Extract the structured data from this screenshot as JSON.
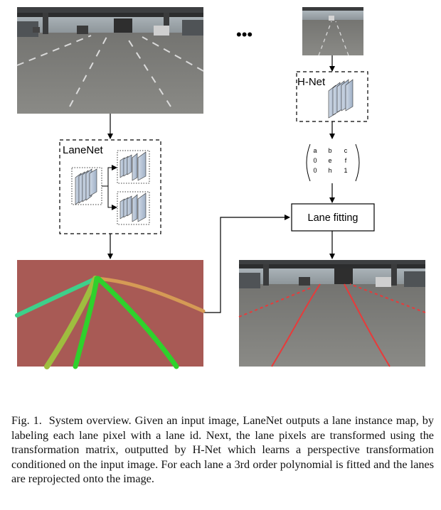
{
  "diagram": {
    "lanenet_label": "LaneNet",
    "hnet_label": "H-Net",
    "ellipsis": "•••",
    "lane_fitting_label": "Lane fitting",
    "matrix": [
      [
        "a",
        "b",
        "c"
      ],
      [
        "0",
        "e",
        "f"
      ],
      [
        "0",
        "h",
        "1"
      ]
    ]
  },
  "caption": {
    "label": "Fig. 1.",
    "text": "System overview. Given an input image, LaneNet outputs a lane instance map, by labeling each lane pixel with a lane id. Next, the lane pixels are transformed using the transformation matrix, outputted by H-Net which learns a perspective transformation conditioned on the input image. For each lane a 3rd order polynomial is fitted and the lanes are reprojected onto the image."
  },
  "colors": {
    "instance_bg": "#a85a55",
    "lane_teal": "#3ed08a",
    "lane_olive": "#9fbd3f",
    "lane_green": "#2fd12c",
    "lane_orange": "#d59a55",
    "fit_red": "#e83a3a",
    "road": "#7b7b78"
  }
}
